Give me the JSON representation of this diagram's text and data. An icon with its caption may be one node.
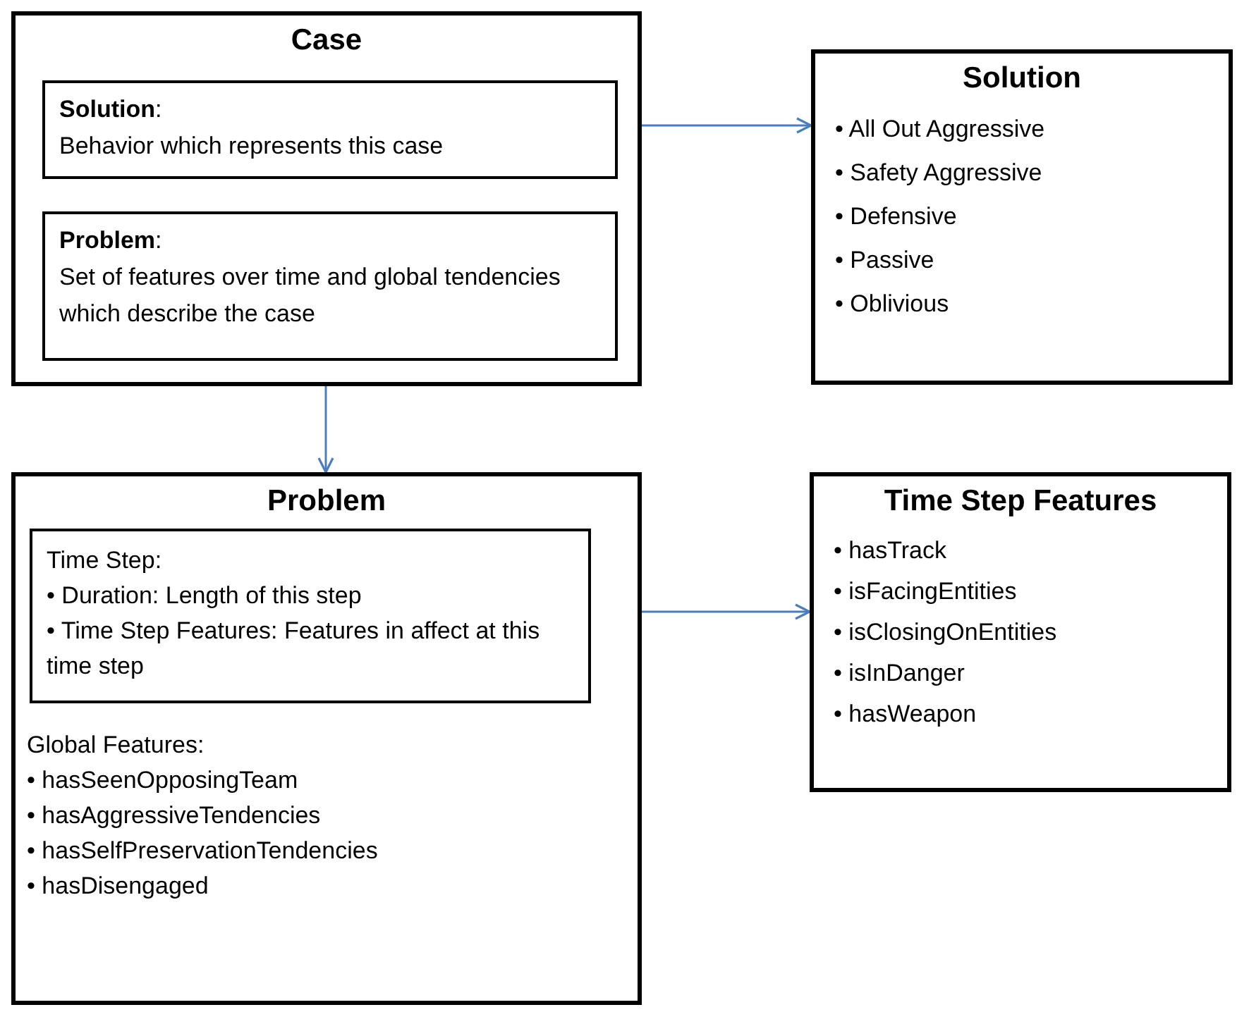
{
  "diagram": {
    "nodes": [
      {
        "text": [
          "Case"
        ]
      },
      {
        "text": [
          "**Solution**:",
          "Behavior which represents this case"
        ],
        "in": 0
      },
      {
        "text": [
          "**Problem**:",
          "Set of features over time and global tendencies which describe the case"
        ],
        "in": 0
      },
      {
        "text": [
          "Solution",
          "• All Out Aggressive",
          "• Safety Aggressive",
          "• Defensive",
          "• Passive",
          "• Oblivious"
        ]
      },
      {
        "text": [
          "Problem",
          "Global Features:",
          "• hasSeenOpposingTeam",
          "• hasAggressiveTendencies",
          "• hasSelfPreservationTendencies",
          "• hasDisengaged"
        ]
      },
      {
        "text": [
          "Time Step:",
          "• Duration: Length of this step",
          "• Time Step Features: Features in affect at this time step"
        ],
        "in": 4
      },
      {
        "text": [
          "Time Step Features",
          "• hasTrack",
          "• isFacingEntities",
          "• isClosingOnEntities",
          "• isInDanger",
          "• hasWeapon"
        ]
      }
    ],
    "edges": [
      {
        "from": 1,
        "to": 3,
        "arrow": "to"
      },
      {
        "from": 2,
        "to": 4,
        "arrow": "to"
      },
      {
        "from": 5,
        "to": 6,
        "arrow": "to"
      }
    ]
  }
}
